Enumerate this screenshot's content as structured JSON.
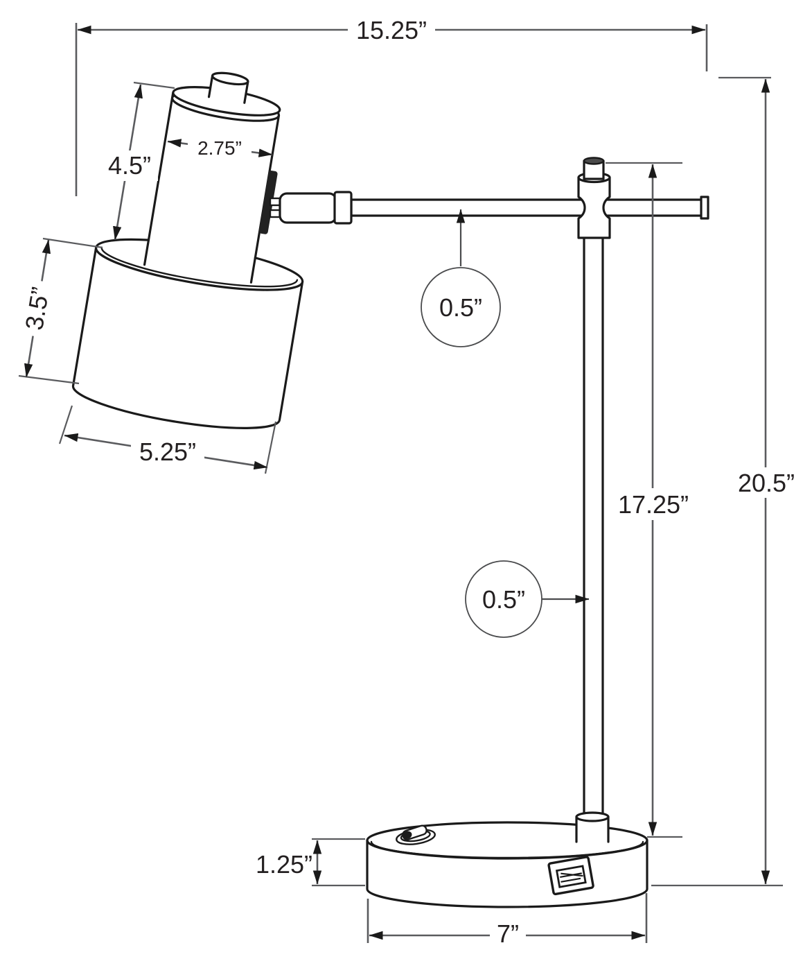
{
  "diagram": {
    "type": "technical-dimension-drawing",
    "subject": "desk task lamp with cylindrical shade, adjustable arm, USB port and rocker switch on base",
    "units": "inches"
  },
  "dimensions": {
    "overall_width": {
      "label": "15.25”",
      "value": 15.25,
      "measures": "overall width"
    },
    "head_height": {
      "label": "4.5”",
      "value": 4.5,
      "measures": "lamp head upper cylinder height"
    },
    "head_diameter": {
      "label": "2.75”",
      "value": 2.75,
      "measures": "lamp head upper cylinder diameter"
    },
    "shade_height": {
      "label": "3.5”",
      "value": 3.5,
      "measures": "shade height"
    },
    "shade_diameter": {
      "label": "5.25”",
      "value": 5.25,
      "measures": "shade diameter"
    },
    "arm_diameter": {
      "label": "0.5”",
      "value": 0.5,
      "measures": "horizontal arm tube diameter"
    },
    "pole_diameter": {
      "label": "0.5”",
      "value": 0.5,
      "measures": "vertical pole tube diameter"
    },
    "pole_height": {
      "label": "17.25”",
      "value": 17.25,
      "measures": "pole height from base top to arm knob"
    },
    "overall_height": {
      "label": "20.5”",
      "value": 20.5,
      "measures": "overall height"
    },
    "base_height": {
      "label": "1.25”",
      "value": 1.25,
      "measures": "base height"
    },
    "base_diameter": {
      "label": "7”",
      "value": 7,
      "measures": "base diameter"
    }
  },
  "colors": {
    "line": "#1a1a1a",
    "dimension": "#5a5b5e",
    "background": "#ffffff"
  }
}
